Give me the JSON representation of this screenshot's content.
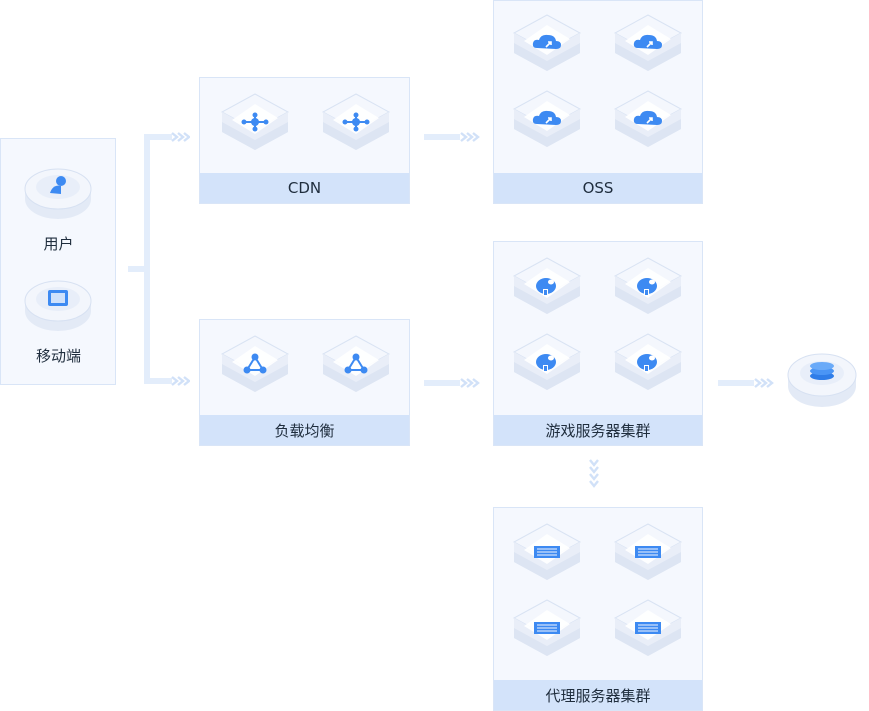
{
  "client_panel": {
    "user_label": "用户",
    "mobile_label": "移动端"
  },
  "panels": {
    "cdn": {
      "label": "CDN",
      "icon": "network-node-icon"
    },
    "oss": {
      "label": "OSS",
      "icon": "cloud-upload-icon"
    },
    "load_balancer": {
      "label": "负载均衡",
      "icon": "triangle-nodes-icon"
    },
    "game_cluster": {
      "label": "游戏服务器集群",
      "icon": "globe-pin-icon"
    },
    "proxy_cluster": {
      "label": "代理服务器集群",
      "icon": "server-rack-icon"
    }
  },
  "colors": {
    "panel_bg": "#f5f8fe",
    "panel_border": "#d9e5f7",
    "label_bar": "#d3e3fa",
    "icon_blue": "#3d8af2",
    "arrow": "#dbe8fa"
  }
}
